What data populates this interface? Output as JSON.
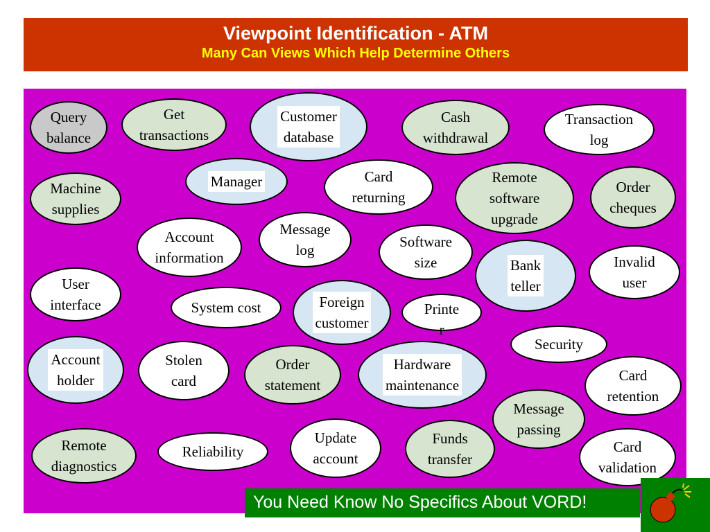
{
  "header": {
    "title": "Viewpoint Identification - ATM",
    "subtitle": "Many Can Views Which Help Determine Others"
  },
  "footer": {
    "banner": "You Need Know No Specifics About VORD!"
  },
  "colors": {
    "header": "#cc3300",
    "title": "#ffffff",
    "subtitle": "#ffff00",
    "panel": "#cc00cc",
    "banner": "#008000"
  },
  "viewpoints": [
    "Query\nbalance",
    "Get\ntransactions",
    "Customer\ndatabase",
    "Cash\nwithdrawal",
    "Transaction\nlog",
    "Manager",
    "Card\nreturning",
    "Remote\nsoftware\nupgrade",
    "Order\ncheques",
    "Machine\nsupplies",
    "Account\ninformation",
    "Message\nlog",
    "Software\nsize",
    "Bank\nteller",
    "Invalid\nuser",
    "User\ninterface",
    "System cost",
    "Foreign\ncustomer",
    "Printe\nr",
    "Security",
    "Account\nholder",
    "Stolen\ncard",
    "Order\nstatement",
    "Hardware\nmaintenance",
    "Card\nretention",
    "Message\npassing",
    "Remote\ndiagnostics",
    "Reliability",
    "Update\naccount",
    "Funds\ntransfer",
    "Card\nvalidation"
  ]
}
